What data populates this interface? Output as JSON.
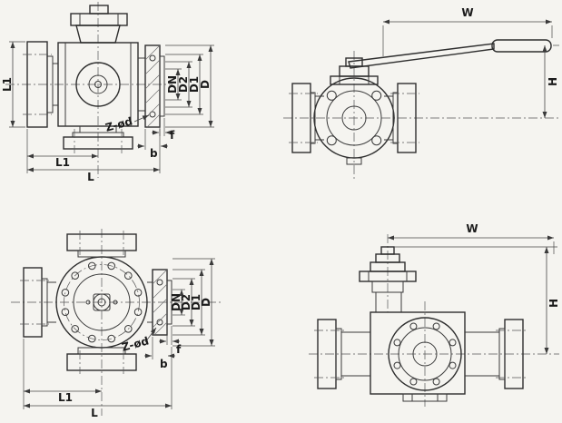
{
  "palette": {
    "background": "#f5f4f0",
    "line": "#3a3a3a"
  },
  "drawing": {
    "views": {
      "front": {
        "labels": {
          "l1_side": "L1",
          "l1_bottom": "L1",
          "l_bottom": "L",
          "dn": "DN",
          "d2": "D2",
          "d1": "D1",
          "d": "D",
          "z_od": "Z-ød",
          "f": "f",
          "b": "b"
        }
      },
      "side": {
        "labels": {
          "w": "W",
          "h": "H"
        }
      },
      "plan": {
        "labels": {
          "dn": "DN",
          "d2": "D2",
          "d1": "D1",
          "d": "D",
          "z_od": "Z-ød",
          "f": "f",
          "b": "b",
          "l1": "L1",
          "l": "L"
        }
      },
      "side2": {
        "labels": {
          "w": "W",
          "h": "H"
        }
      }
    }
  }
}
